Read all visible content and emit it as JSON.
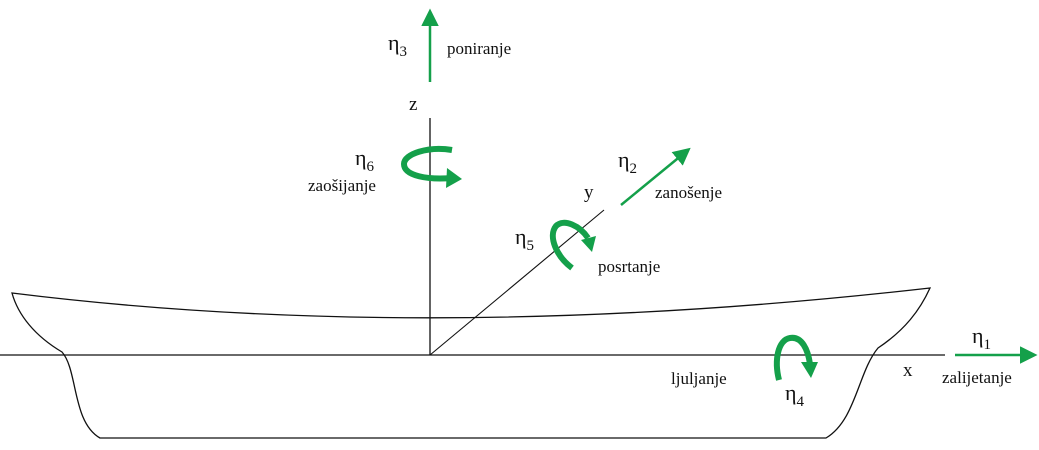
{
  "colors": {
    "accent": "#14a04a",
    "line": "#111111"
  },
  "motions": [
    {
      "id": "surge",
      "symbol": "η",
      "subscript": "1",
      "label": "zalijetanje",
      "kind": "translation",
      "axis": "x"
    },
    {
      "id": "sway",
      "symbol": "η",
      "subscript": "2",
      "label": "zanošenje",
      "kind": "translation",
      "axis": "y"
    },
    {
      "id": "heave",
      "symbol": "η",
      "subscript": "3",
      "label": "poniranje",
      "kind": "translation",
      "axis": "z"
    },
    {
      "id": "roll",
      "symbol": "η",
      "subscript": "4",
      "label": "ljuljanje",
      "kind": "rotation",
      "axis": "x"
    },
    {
      "id": "pitch",
      "symbol": "η",
      "subscript": "5",
      "label": "posrtanje",
      "kind": "rotation",
      "axis": "y"
    },
    {
      "id": "yaw",
      "symbol": "η",
      "subscript": "6",
      "label": "zaošijanje",
      "kind": "rotation",
      "axis": "z"
    }
  ],
  "axes": {
    "x": "x",
    "y": "y",
    "z": "z"
  }
}
